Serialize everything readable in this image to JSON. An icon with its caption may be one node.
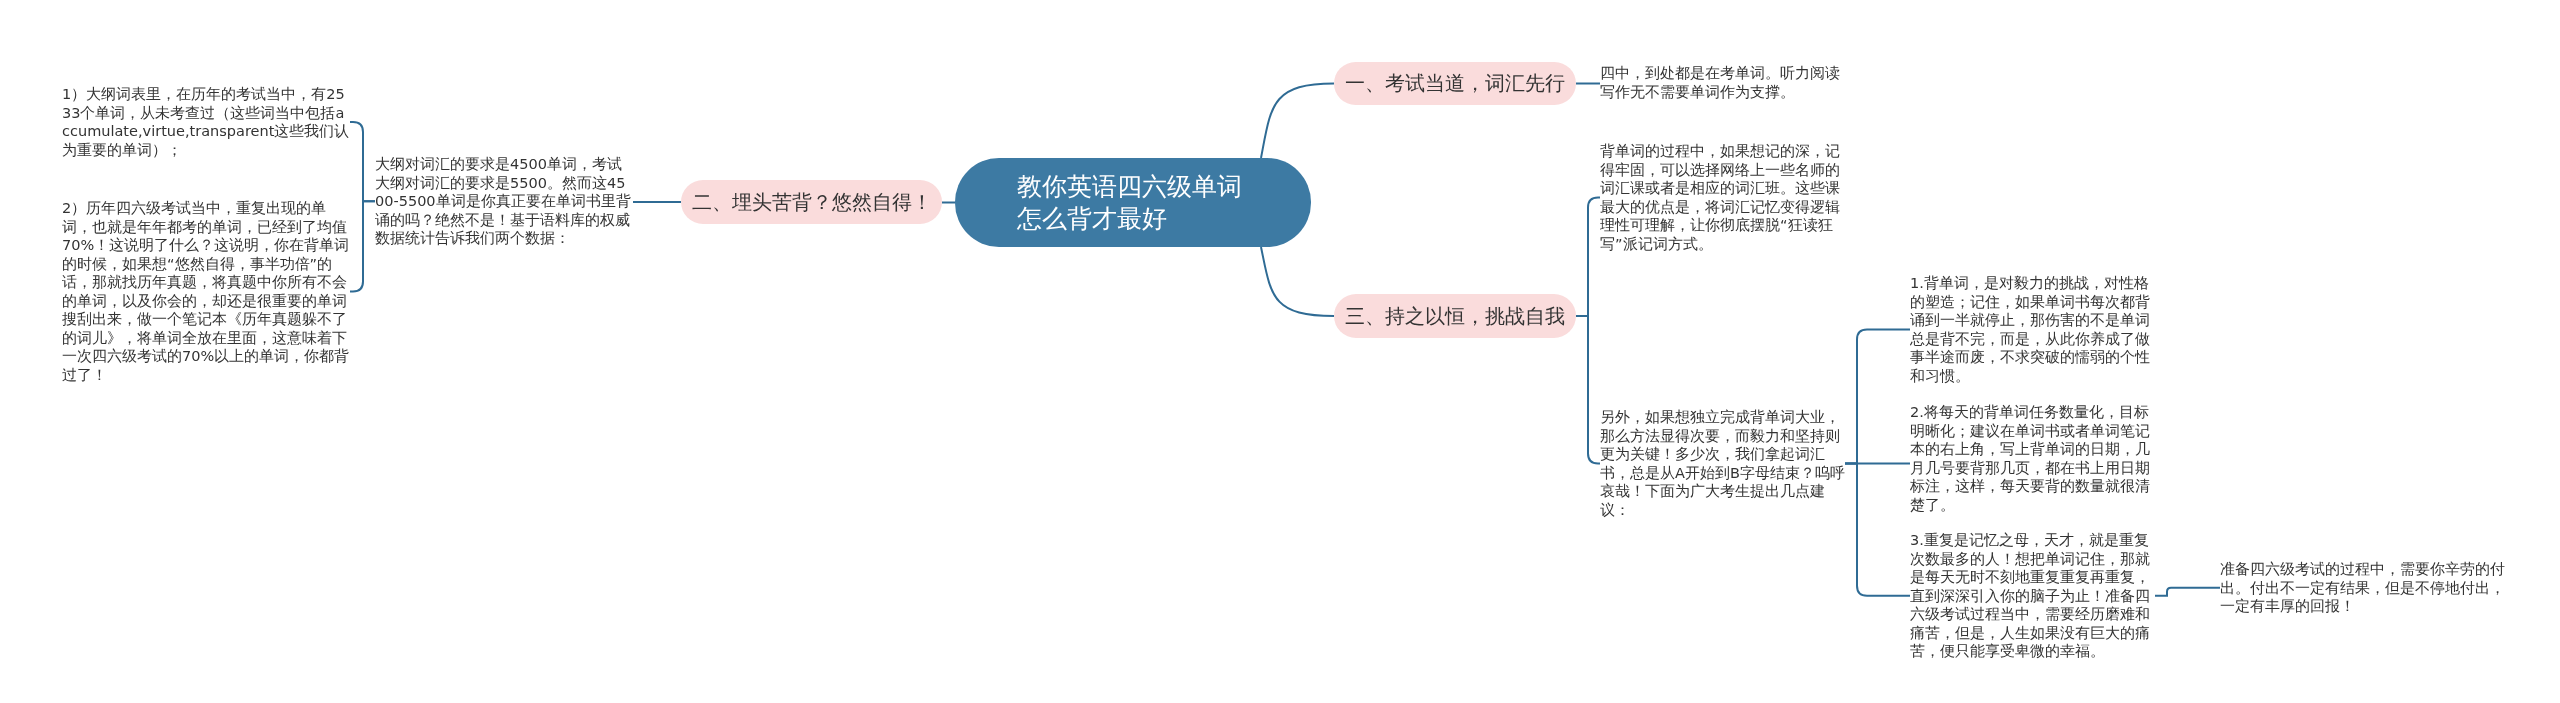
{
  "diagram": {
    "nodes": [
      {
        "text": [
          "教你英语四六级单词怎么背才最好"
        ]
      },
      {
        "text": [
          "一、考试当道，词汇先行"
        ]
      },
      {
        "text": [
          "四中，到处都是在考单词。听力阅读写作无不需要单词作为支撑。"
        ]
      },
      {
        "text": [
          "二、埋头苦背？悠然自得！"
        ]
      },
      {
        "text": [
          "大纲对词汇的要求是4500单词，考试大纲对词汇的要求是5500。然而这4500-5500单词是你真正要在单词书里背诵的吗？绝然不是！基于语料库的权威数据统计告诉我们两个数据："
        ]
      },
      {
        "text": [
          "1）大纲词表里，在历年的考试当中，有2533个单词，从未考查过（这些词当中包括accumulate,virtue,transparent这些我们认为重要的单词）；"
        ]
      },
      {
        "text": [
          "2）历年四六级考试当中，重复出现的单词，也就是年年都考的单词，已经到了均值70%！这说明了什么？这说明，你在背单词的时候，如果想“悠然自得，事半功倍”的话，那就找历年真题，将真题中你所有不会的单词，以及你会的，却还是很重要的单词搜刮出来，做一个笔记本《历年真题躲不了的词儿》，将单词全放在里面，这意味着下一次四六级考试的70%以上的单词，你都背过了！"
        ]
      },
      {
        "text": [
          "三、持之以恒，挑战自我"
        ]
      },
      {
        "text": [
          "背单词的过程中，如果想记的深，记得牢固，可以选择网络上一些名师的词汇课或者是相应的词汇班。这些课最大的优点是，将词汇记忆变得逻辑理性可理解，让你彻底摆脱“狂读狂写”派记词方式。"
        ]
      },
      {
        "text": [
          "另外，如果想独立完成背单词大业，那么方法显得次要，而毅力和坚持则更为关键！多少次，我们拿起词汇书，总是从A开始到B字母结束？呜呼哀哉！下面为广大考生提出几点建议："
        ]
      },
      {
        "text": [
          "1.背单词，是对毅力的挑战，对性格的塑造；记住，如果单词书每次都背诵到一半就停止，那伤害的不是单词总是背不完，而是，从此你养成了做事半途而废，不求突破的懦弱的个性和习惯。"
        ]
      },
      {
        "text": [
          "2.将每天的背单词任务数量化，目标明晰化；建议在单词书或者单词笔记本的右上角，写上背单词的日期，几月几号要背那几页，都在书上用日期标注，这样，每天要背的数量就很清楚了。"
        ]
      },
      {
        "text": [
          "3.重复是记忆之母，天才，就是重复次数最多的人！想把单词记住，那就是每天无时不刻地重复重复再重复，直到深深引入你的脑子为止！准备四六级考试过程当中，需要经历磨难和痛苦，但是，人生如果没有巨大的痛苦，便只能享受卑微的幸福。"
        ]
      },
      {
        "text": [
          "准备四六级考试的过程中，需要你辛劳的付出。付出不一定有结果，但是不停地付出，一定有丰厚的回报！"
        ]
      }
    ],
    "edges": [
      {
        "from": 0,
        "to": 1,
        "arrow": "none"
      },
      {
        "from": 1,
        "to": 2,
        "arrow": "none"
      },
      {
        "from": 0,
        "to": 3,
        "arrow": "none"
      },
      {
        "from": 3,
        "to": 4,
        "arrow": "none"
      },
      {
        "from": 4,
        "to": 5,
        "arrow": "none"
      },
      {
        "from": 4,
        "to": 6,
        "arrow": "none"
      },
      {
        "from": 0,
        "to": 7,
        "arrow": "none"
      },
      {
        "from": 7,
        "to": 8,
        "arrow": "none"
      },
      {
        "from": 7,
        "to": 9,
        "arrow": "none"
      },
      {
        "from": 9,
        "to": 10,
        "arrow": "none"
      },
      {
        "from": 9,
        "to": 11,
        "arrow": "none"
      },
      {
        "from": 9,
        "to": 12,
        "arrow": "none"
      },
      {
        "from": 12,
        "to": 13,
        "arrow": "none"
      }
    ]
  }
}
